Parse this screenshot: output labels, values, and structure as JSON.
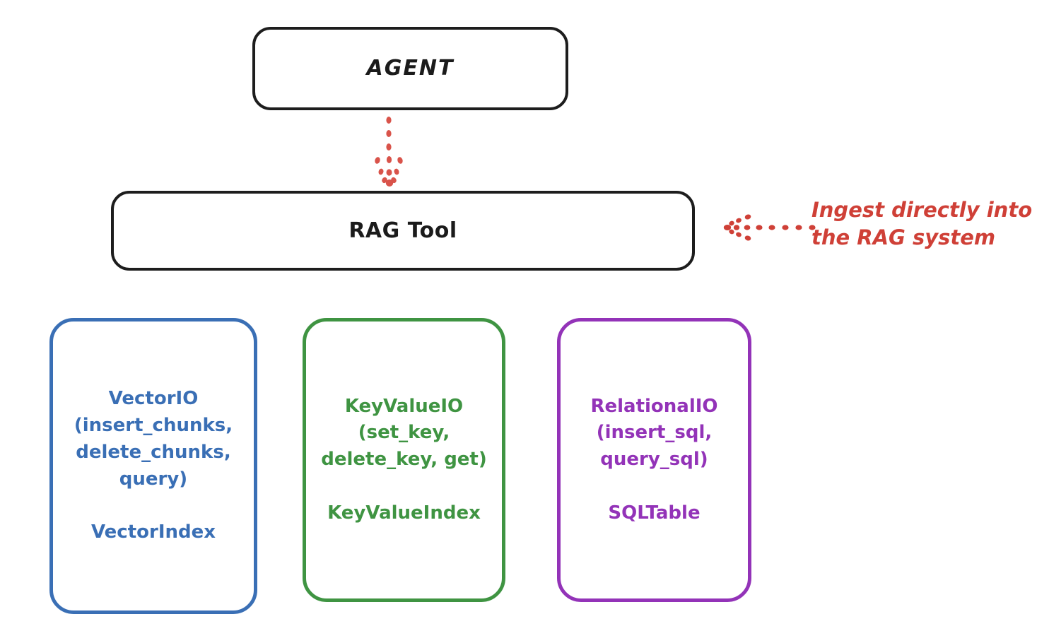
{
  "diagram": {
    "background_color": "#ffffff",
    "nodes": {
      "agent": {
        "label": "AGENT",
        "color": "#1b1b1b"
      },
      "rag_tool": {
        "label": "RAG Tool",
        "color": "#1b1b1b"
      },
      "vector_io": {
        "label": "VectorIO\n(insert_chunks,\ndelete_chunks,\nquery)\n\nVectorIndex",
        "color": "#3a6fb5"
      },
      "key_value_io": {
        "label": "KeyValueIO\n(set_key,\ndelete_key, get)\n\nKeyValueIndex",
        "color": "#3f9442"
      },
      "relational_io": {
        "label": "RelationalIO\n(insert_sql,\nquery_sql)\n\nSQLTable",
        "color": "#9333b8"
      }
    },
    "annotations": {
      "ingest_note": {
        "text": "Ingest directly into\nthe RAG system",
        "color": "#cf4037"
      }
    },
    "connectors": {
      "agent_to_rag": {
        "style": "dotted",
        "color": "#d9534a",
        "direction": "down"
      },
      "note_to_rag": {
        "style": "dotted",
        "color": "#cf4037",
        "direction": "left"
      }
    }
  }
}
